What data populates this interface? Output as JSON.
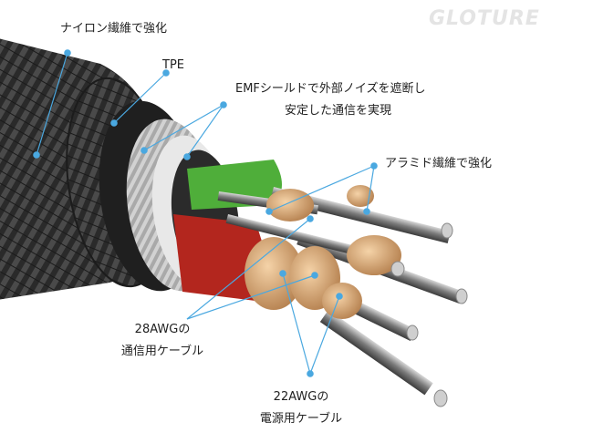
{
  "watermark": "GLOTURE",
  "labels": {
    "nylon": "ナイロン繊維で強化",
    "tpe": "TPE",
    "emf_line1": "EMFシールドで外部ノイズを遮断し",
    "emf_line2": "安定した通信を実現",
    "aramid": "アラミド繊維で強化",
    "awg28_line1": "28AWGの",
    "awg28_line2": "通信用ケーブル",
    "awg22_line1": "22AWGの",
    "awg22_line2": "電源用ケーブル"
  },
  "colors": {
    "callout": "#4aa8e0",
    "braid": "#3a3a3a",
    "shield": "#b9b9b9",
    "green": "#4fae3a",
    "red": "#b3261e",
    "copper": "#d8a877",
    "steel": "#8e8e8e"
  }
}
